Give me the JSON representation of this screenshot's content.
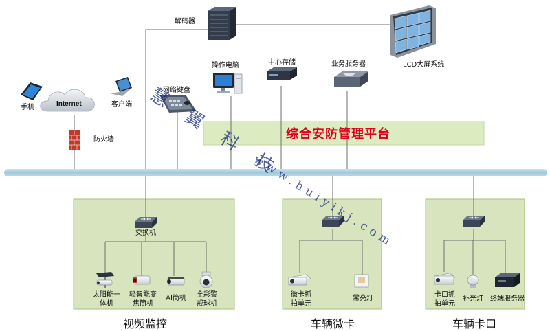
{
  "platform": {
    "title": "综合安防管理平台"
  },
  "top_devices": {
    "decoder": "解码器",
    "lcd": "LCD大屏系统",
    "operator_pc": "操作电脑",
    "central_storage": "中心存储",
    "business_server": "业务服务器",
    "network_keyboard": "网络键盘"
  },
  "external": {
    "phone": "手机",
    "internet": "Internet",
    "client": "客户端",
    "firewall": "防火墙"
  },
  "zones": [
    {
      "title": "视频监控",
      "switch": "交换机",
      "devices": [
        "太阳能一\n体机",
        "轻智能变\n焦筒机",
        "AI筒机",
        "全彩警\n戒球机"
      ]
    },
    {
      "title": "车辆微卡",
      "switch": "",
      "devices": [
        "微卡抓\n拍单元",
        "常亮灯"
      ]
    },
    {
      "title": "车辆卡口",
      "switch": "",
      "devices": [
        "卡口抓\n拍单元",
        "补光灯",
        "终端服务器"
      ]
    }
  ],
  "watermark": {
    "brand": "慧翼科技",
    "url": "www.huiyikj.com"
  },
  "colors": {
    "zone_fill": "#d7e4bd",
    "zone_border": "#a9c07a",
    "bus": "#a9cfe0",
    "platform_fill": "#dcebc0",
    "platform_text": "#e0001b"
  }
}
